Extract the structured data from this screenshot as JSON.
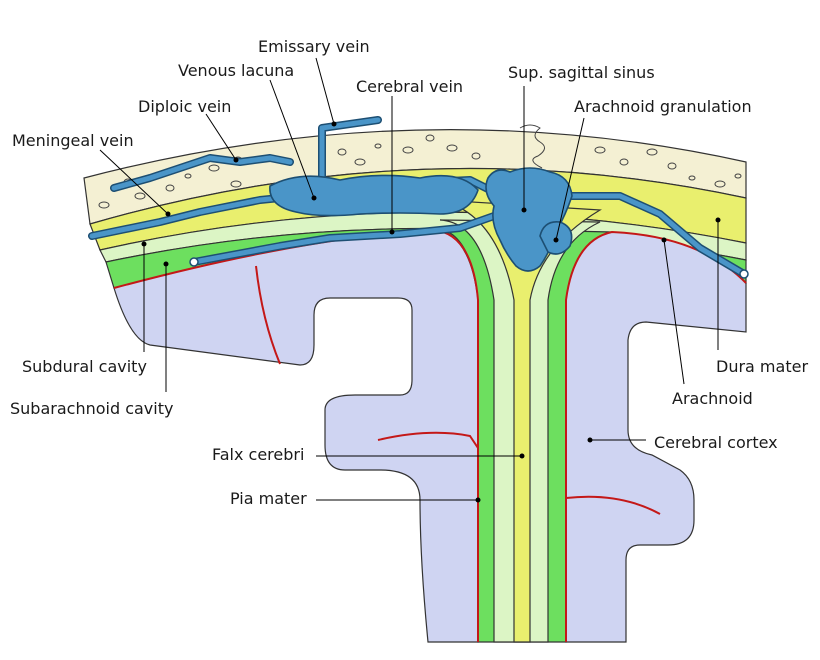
{
  "colors": {
    "bone": "#f4f0d3",
    "dura_mater": "#e9ef6e",
    "arachnoid": "#dcf5c5",
    "subarachnoid": "#6ddf5f",
    "cortex": "#cfd4f2",
    "vein": "#4a95c8",
    "pia_mater": "#c41818"
  },
  "labels": {
    "emissary_vein": "Emissary vein",
    "venous_lacuna": "Venous lacuna",
    "cerebral_vein": "Cerebral vein",
    "sup_sagittal_sinus": "Sup. sagittal sinus",
    "diploic_vein": "Diploic vein",
    "arachnoid_granulation": "Arachnoid granulation",
    "meningeal_vein": "Meningeal vein",
    "subdural_cavity": "Subdural cavity",
    "subarachnoid_cavity": "Subarachnoid cavity",
    "dura_mater": "Dura mater",
    "arachnoid": "Arachnoid",
    "cerebral_cortex": "Cerebral cortex",
    "falx_cerebri": "Falx cerebri",
    "pia_mater": "Pia mater"
  }
}
